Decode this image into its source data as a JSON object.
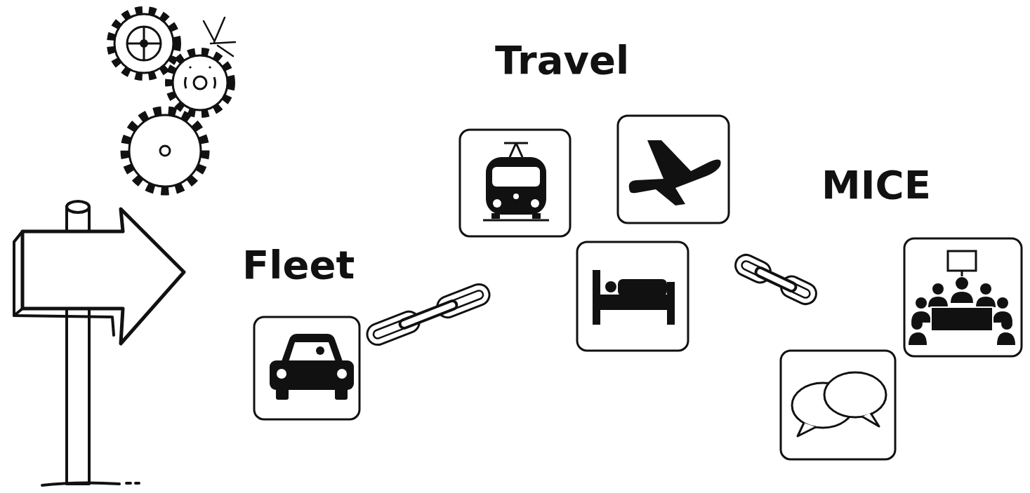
{
  "diagram": {
    "nodes": [
      {
        "text": [
          "Fleet"
        ]
      },
      {
        "text": [
          "Travel"
        ]
      },
      {
        "text": [
          "MICE"
        ]
      }
    ],
    "edges": [
      {
        "from": 0,
        "to": 1,
        "arrow": "none"
      },
      {
        "from": 1,
        "to": 2,
        "arrow": "none"
      }
    ]
  }
}
